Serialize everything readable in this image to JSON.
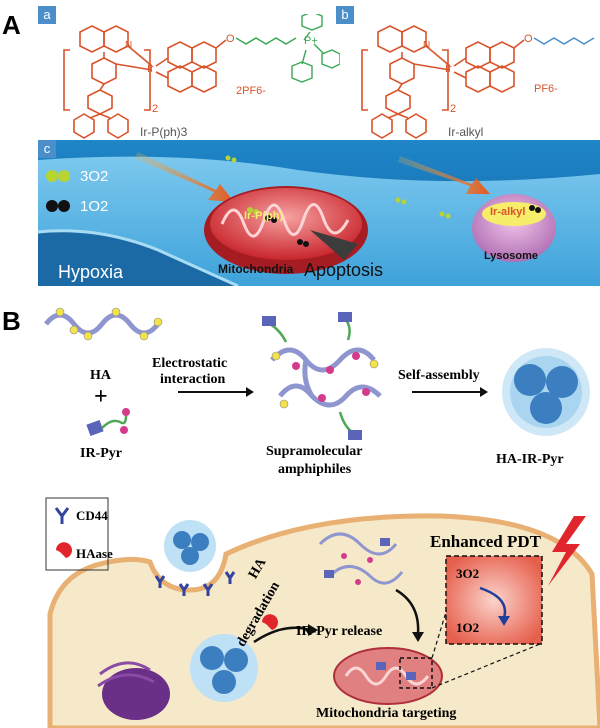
{
  "panel_a": {
    "letter": "A",
    "sub_a": "a",
    "sub_b": "b",
    "compound1": {
      "name": "Ir-P(ph)3",
      "counterion": "2PF6-",
      "ir": "Ir",
      "p": "P+",
      "n": "N"
    },
    "compound2": {
      "name": "Ir-alkyl",
      "counterion": "PF6-",
      "ir": "Ir",
      "n": "N"
    },
    "sub_c": "c",
    "legend": [
      {
        "label": "3O2",
        "color": "#b8d430"
      },
      {
        "label": "1O2",
        "color": "#111111"
      }
    ],
    "mito_label": "Ir-P(ph)",
    "mitochondria": "Mitochondria",
    "apoptosis": "Apoptosis",
    "hypoxia": "Hypoxia",
    "lyso_label": "Ir-alkyl",
    "lysosome": "Lysosome"
  },
  "panel_b": {
    "letter": "B",
    "ha": "HA",
    "plus": "+",
    "ir_pyr": "IR-Pyr",
    "electrostatic": "Electrostatic",
    "interaction": "interaction",
    "supramolecular": "Supramolecular",
    "amphiphiles": "amphiphiles",
    "self_assembly": "Self-assembly",
    "ha_ir_pyr": "HA-IR-Pyr",
    "legend_cd44": "CD44",
    "legend_haase": "HAase",
    "ha_degradation_1": "HA",
    "ha_degradation_2": "degradation",
    "ir_pyr_release": "IR-Pyr release",
    "enhanced_pdt": "Enhanced PDT",
    "o2_triplet": "3O2",
    "o2_singlet": "1O2",
    "mito_targeting": "Mitochondria targeting"
  }
}
